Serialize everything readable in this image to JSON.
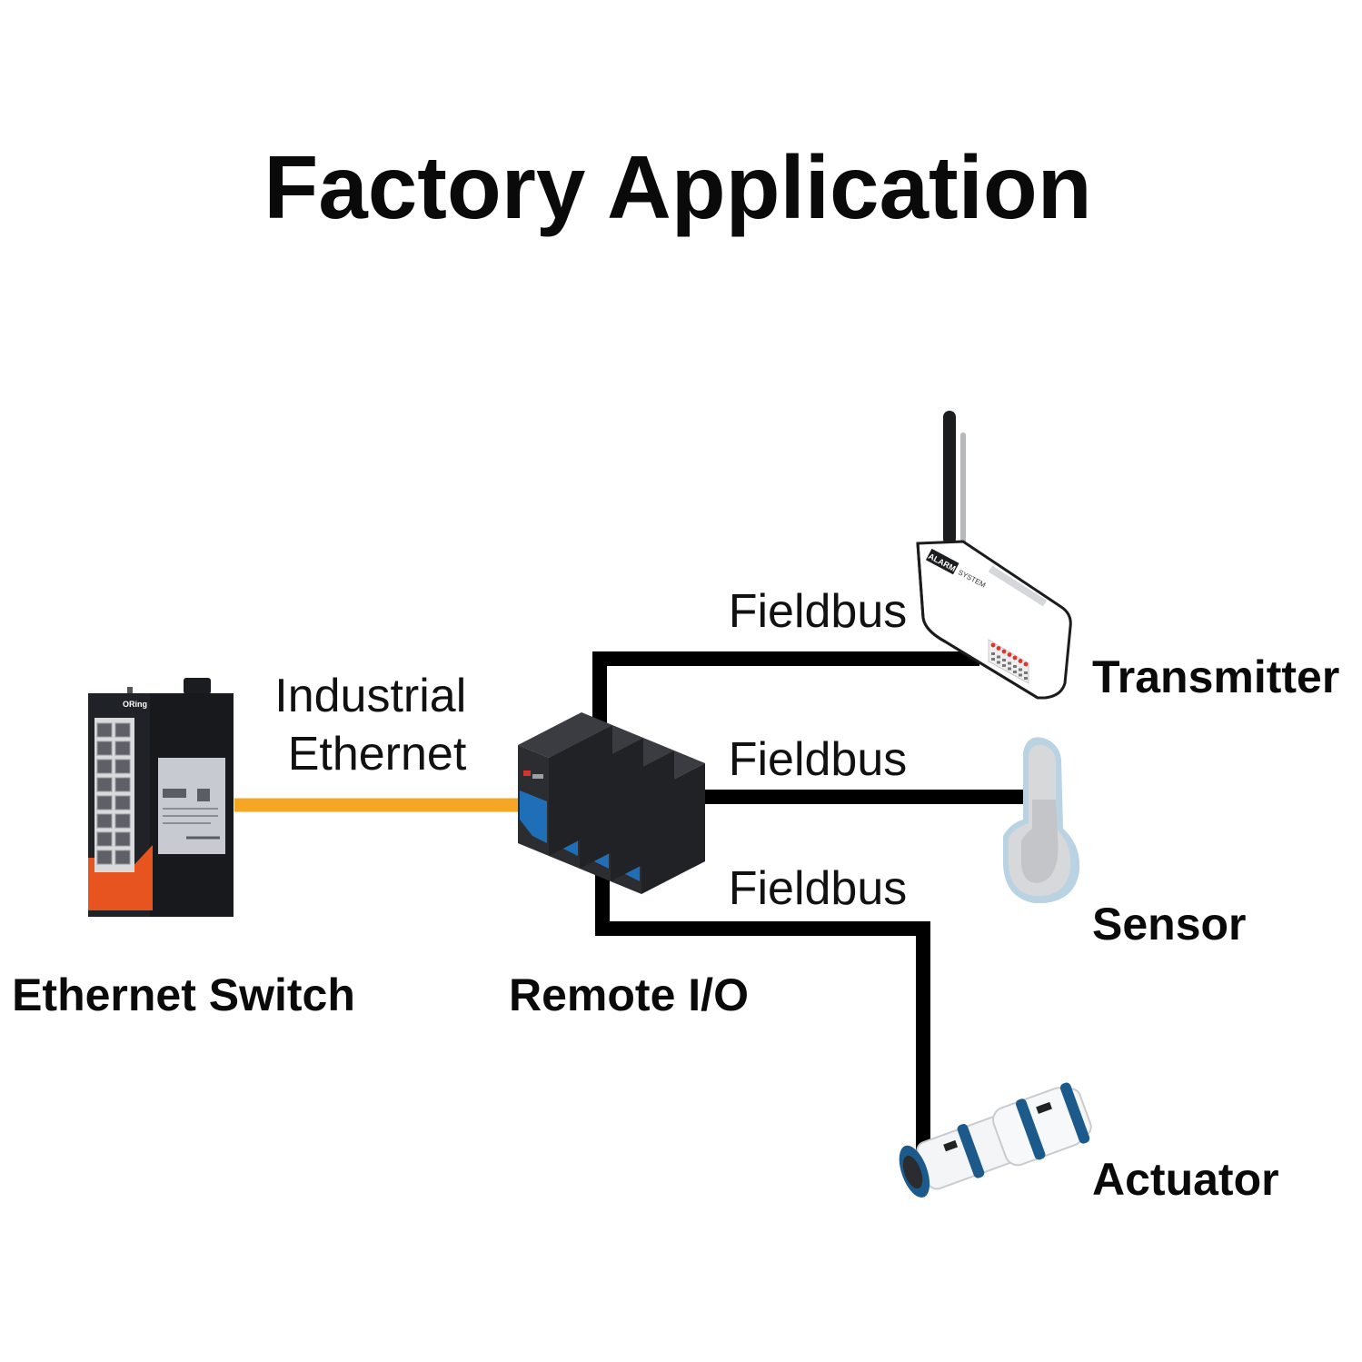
{
  "title": "Factory Application",
  "colors": {
    "ethernet_line": "#f5a623",
    "fieldbus_line": "#000000",
    "switch_body": "#1f2226",
    "switch_accent": "#e8541f",
    "remote_io_body": "#2b2d31",
    "remote_io_blue": "#1e6fb8",
    "actuator_blue": "#1c5a8c"
  },
  "links": {
    "industrial_ethernet": [
      "Industrial",
      "Ethernet"
    ],
    "fieldbus_top": "Fieldbus",
    "fieldbus_middle": "Fieldbus",
    "fieldbus_bottom": "Fieldbus"
  },
  "devices": {
    "ethernet_switch": {
      "label": "Ethernet Switch",
      "brand": "ORing",
      "icon": "ethernet-switch-icon"
    },
    "remote_io": {
      "label": "Remote I/O",
      "icon": "remote-io-icon"
    },
    "transmitter": {
      "label": "Transmitter",
      "icon": "alarm-transmitter-icon",
      "panel_text_1": "ALARM",
      "panel_text_2": "SYSTEM"
    },
    "sensor": {
      "label": "Sensor",
      "icon": "sensor-icon"
    },
    "actuator": {
      "label": "Actuator",
      "icon": "actuator-icon"
    }
  }
}
